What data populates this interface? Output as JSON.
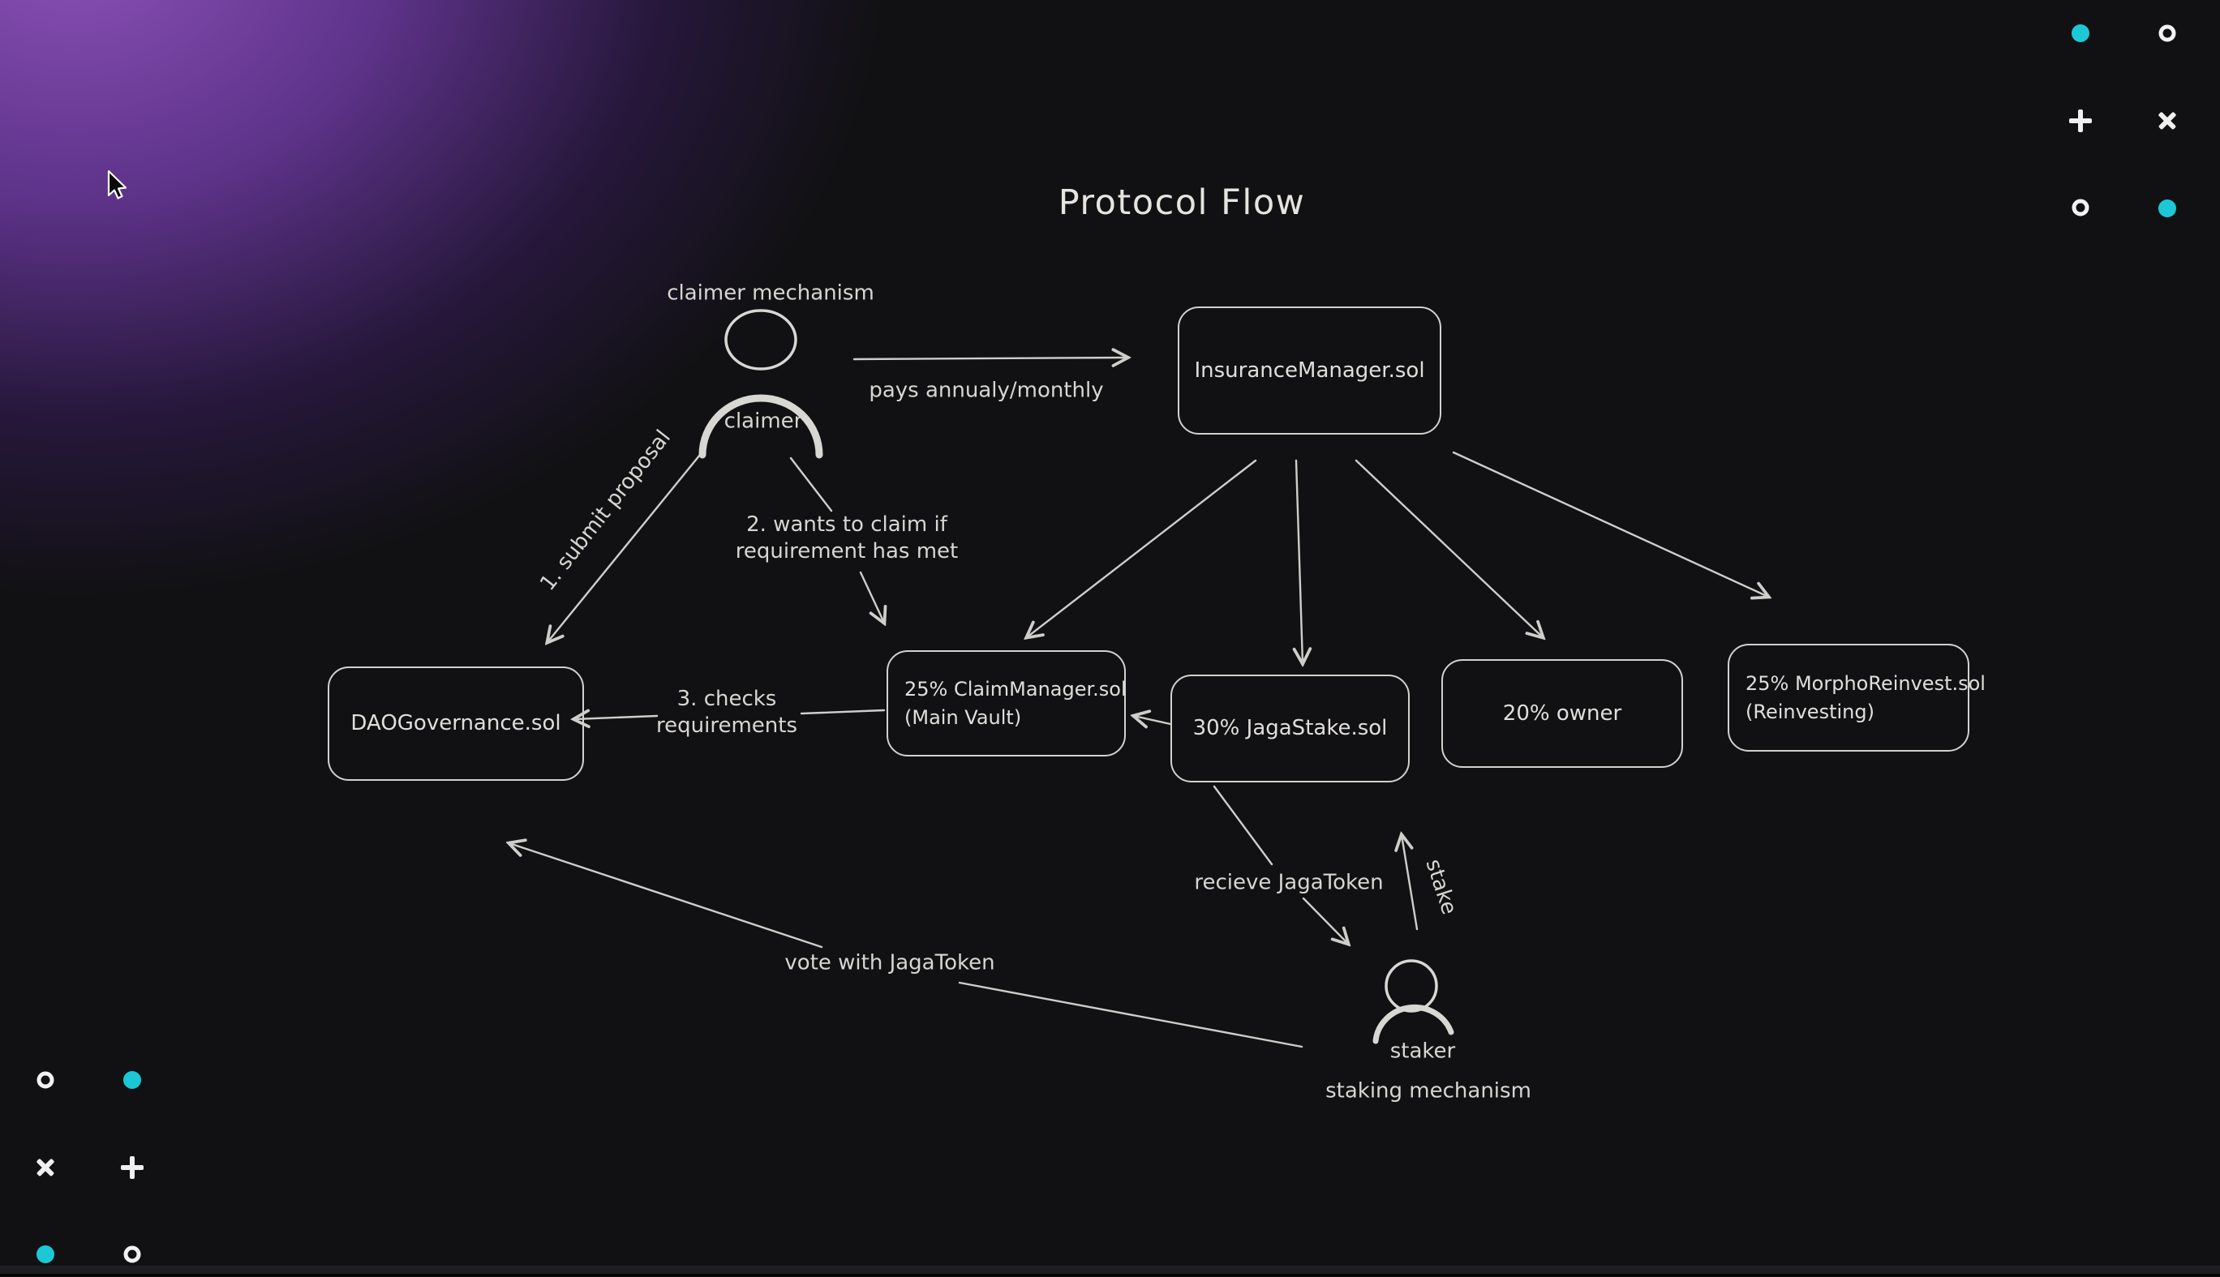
{
  "title": "Protocol Flow",
  "colors": {
    "background": "#111113",
    "glow_purple": "#8a50b8",
    "stroke": "#d2d1ce",
    "text": "#dcdad6",
    "accent_teal": "#1cc8d6",
    "icon_white": "#efefef"
  },
  "actors": {
    "claimer": {
      "top_label": "claimer mechanism",
      "name": "claimer"
    },
    "staker": {
      "name": "staker",
      "bottom_label": "staking mechanism"
    }
  },
  "nodes": {
    "insurance": {
      "label": "InsuranceManager.sol"
    },
    "dao": {
      "label": "DAOGovernance.sol"
    },
    "claim_manager": {
      "line1": "25% ClaimManager.sol",
      "line2": "(Main Vault)"
    },
    "jaga_stake": {
      "label": "30% JagaStake.sol"
    },
    "owner": {
      "label": "20% owner"
    },
    "morpho": {
      "line1": "25% MorphoReinvest.sol",
      "line2": "(Reinvesting)"
    }
  },
  "edges": {
    "pays": {
      "label": "pays annualy/monthly"
    },
    "submit": {
      "label": "1. submit proposal"
    },
    "claim": {
      "line1": "2. wants to claim if",
      "line2": "requirement has met"
    },
    "checks": {
      "line1": "3. checks",
      "line2": "requirements"
    },
    "receive": {
      "label": "recieve JagaToken"
    },
    "stake": {
      "label": "stake"
    },
    "vote": {
      "label": "vote with JagaToken"
    }
  },
  "decorations": {
    "top_right_icons": [
      "dot-teal",
      "ring-white",
      "plus-white",
      "x-white",
      "ring-white",
      "dot-teal"
    ],
    "bottom_left_icons": [
      "ring-white",
      "dot-teal",
      "x-white",
      "plus-white",
      "dot-teal",
      "ring-white"
    ]
  }
}
